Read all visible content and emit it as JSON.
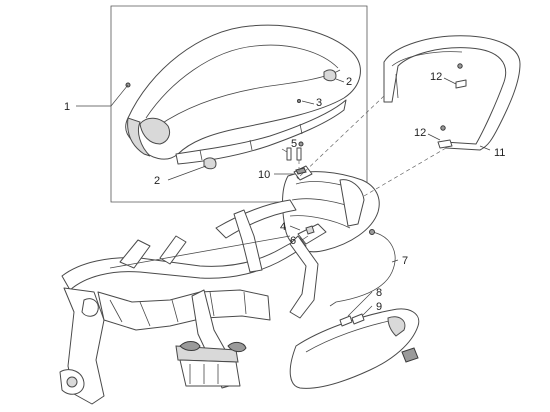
{
  "callouts": [
    {
      "id": "c1",
      "label": "1"
    },
    {
      "id": "c2a",
      "label": "2"
    },
    {
      "id": "c2b",
      "label": "2"
    },
    {
      "id": "c3",
      "label": "3"
    },
    {
      "id": "c4",
      "label": "4"
    },
    {
      "id": "c5",
      "label": "5"
    },
    {
      "id": "c6",
      "label": "6"
    },
    {
      "id": "c7",
      "label": "7"
    },
    {
      "id": "c8",
      "label": "8"
    },
    {
      "id": "c9",
      "label": "9"
    },
    {
      "id": "c10",
      "label": "10"
    },
    {
      "id": "c11",
      "label": "11"
    },
    {
      "id": "c12a",
      "label": "12"
    },
    {
      "id": "c12b",
      "label": "12"
    }
  ],
  "colors": {
    "line": "#4a4a4a",
    "shade": "#d9d9d9",
    "dark": "#9a9a9a",
    "background": "#ffffff"
  }
}
